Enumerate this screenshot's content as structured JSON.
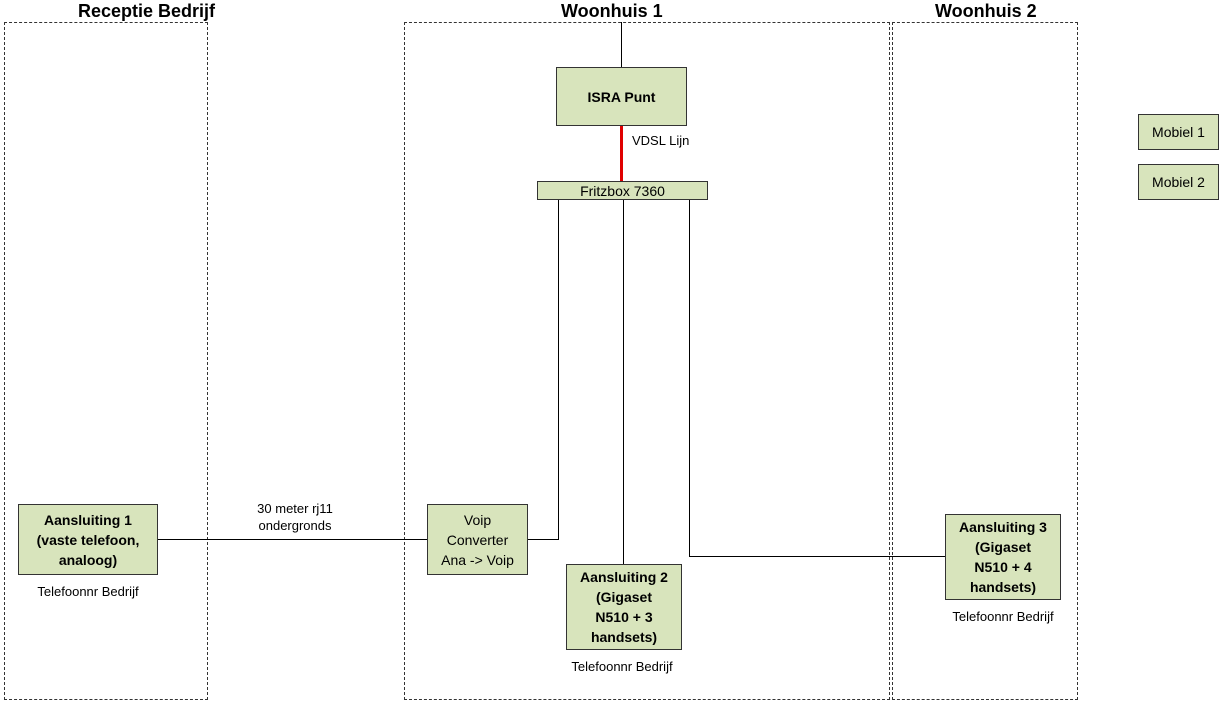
{
  "zones": {
    "receptie": "Receptie Bedrijf",
    "woonhuis1": "Woonhuis 1",
    "woonhuis2": "Woonhuis 2"
  },
  "devices": {
    "isra": "ISRA Punt",
    "fritzbox": "Fritzbox 7360",
    "voip": "Voip\nConverter\nAna -> Voip",
    "aansluiting1": "Aansluiting 1\n(vaste telefoon,\nanaloog)",
    "aansluiting2": "Aansluiting 2\n(Gigaset\nN510 + 3\nhandsets)",
    "aansluiting3": "Aansluiting 3\n(Gigaset\nN510 + 4\nhandsets)",
    "mobiel1": "Mobiel 1",
    "mobiel2": "Mobiel 2"
  },
  "labels": {
    "vdsl": "VDSL Lijn",
    "cable": "30 meter rj11\nondergronds",
    "tel1": "Telefoonnr Bedrijf",
    "tel2": "Telefoonnr Bedrijf",
    "tel3": "Telefoonnr Bedrijf"
  },
  "colors": {
    "device_fill": "#d8e4bc",
    "vdsl_line": "#e00000"
  }
}
